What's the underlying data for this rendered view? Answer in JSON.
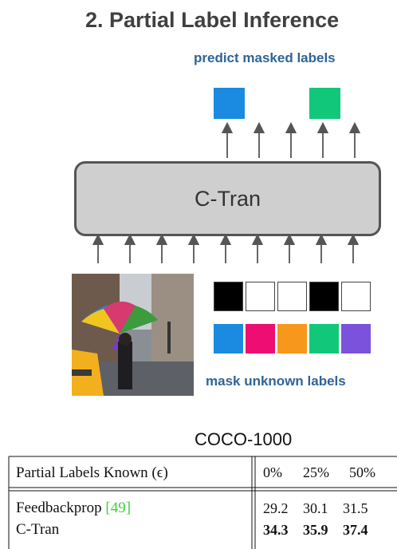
{
  "diagram": {
    "section_title": "2. Partial Label Inference",
    "top_caption": "predict masked labels",
    "model_label": "C-Tran",
    "bottom_caption": "mask unknown labels",
    "predicted_colors": [
      "#1a8be0",
      "#10c77a"
    ],
    "mask_row": [
      "black",
      "white",
      "white",
      "black",
      "white"
    ],
    "label_colors": [
      "#1a8be0",
      "#ee0d72",
      "#f7971c",
      "#10c77a",
      "#7b52db"
    ]
  },
  "table": {
    "title": "COCO-1000",
    "header": {
      "label": "Partial Labels Known (ϵ)",
      "cols": [
        "0%",
        "25%",
        "50%"
      ]
    },
    "rows": [
      {
        "method": "Feedbackprop",
        "citation": "49",
        "values": [
          "29.2",
          "30.1",
          "31.5"
        ],
        "bold": false
      },
      {
        "method": "C-Tran",
        "citation": "",
        "values": [
          "34.3",
          "35.9",
          "37.4"
        ],
        "bold": true
      }
    ]
  }
}
